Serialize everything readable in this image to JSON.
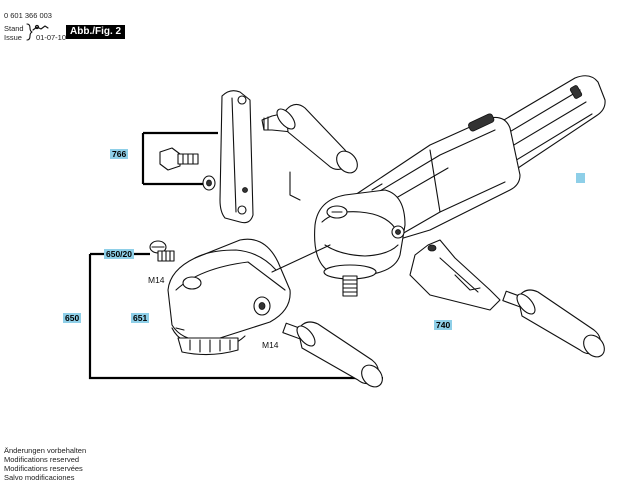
{
  "header": {
    "part_number": "0 601 366 003",
    "stand_label": "Stand",
    "issue_label": "Issue",
    "date": "01-07-10",
    "figure_badge": "Abb./Fig. 2"
  },
  "labels": {
    "l766": "766",
    "l650_20": "650/20",
    "l650": "650",
    "l651": "651",
    "l740": "740",
    "m14_a": "M14",
    "m14_b": "M14"
  },
  "footer": {
    "line1": "Änderungen vorbehalten",
    "line2": "Modifications reserved",
    "line3": "Modifications reservées",
    "line4": "Salvo modificaciones"
  },
  "colors": {
    "label_bg": "#8ecfe8",
    "marker": "#8ecfe8"
  }
}
